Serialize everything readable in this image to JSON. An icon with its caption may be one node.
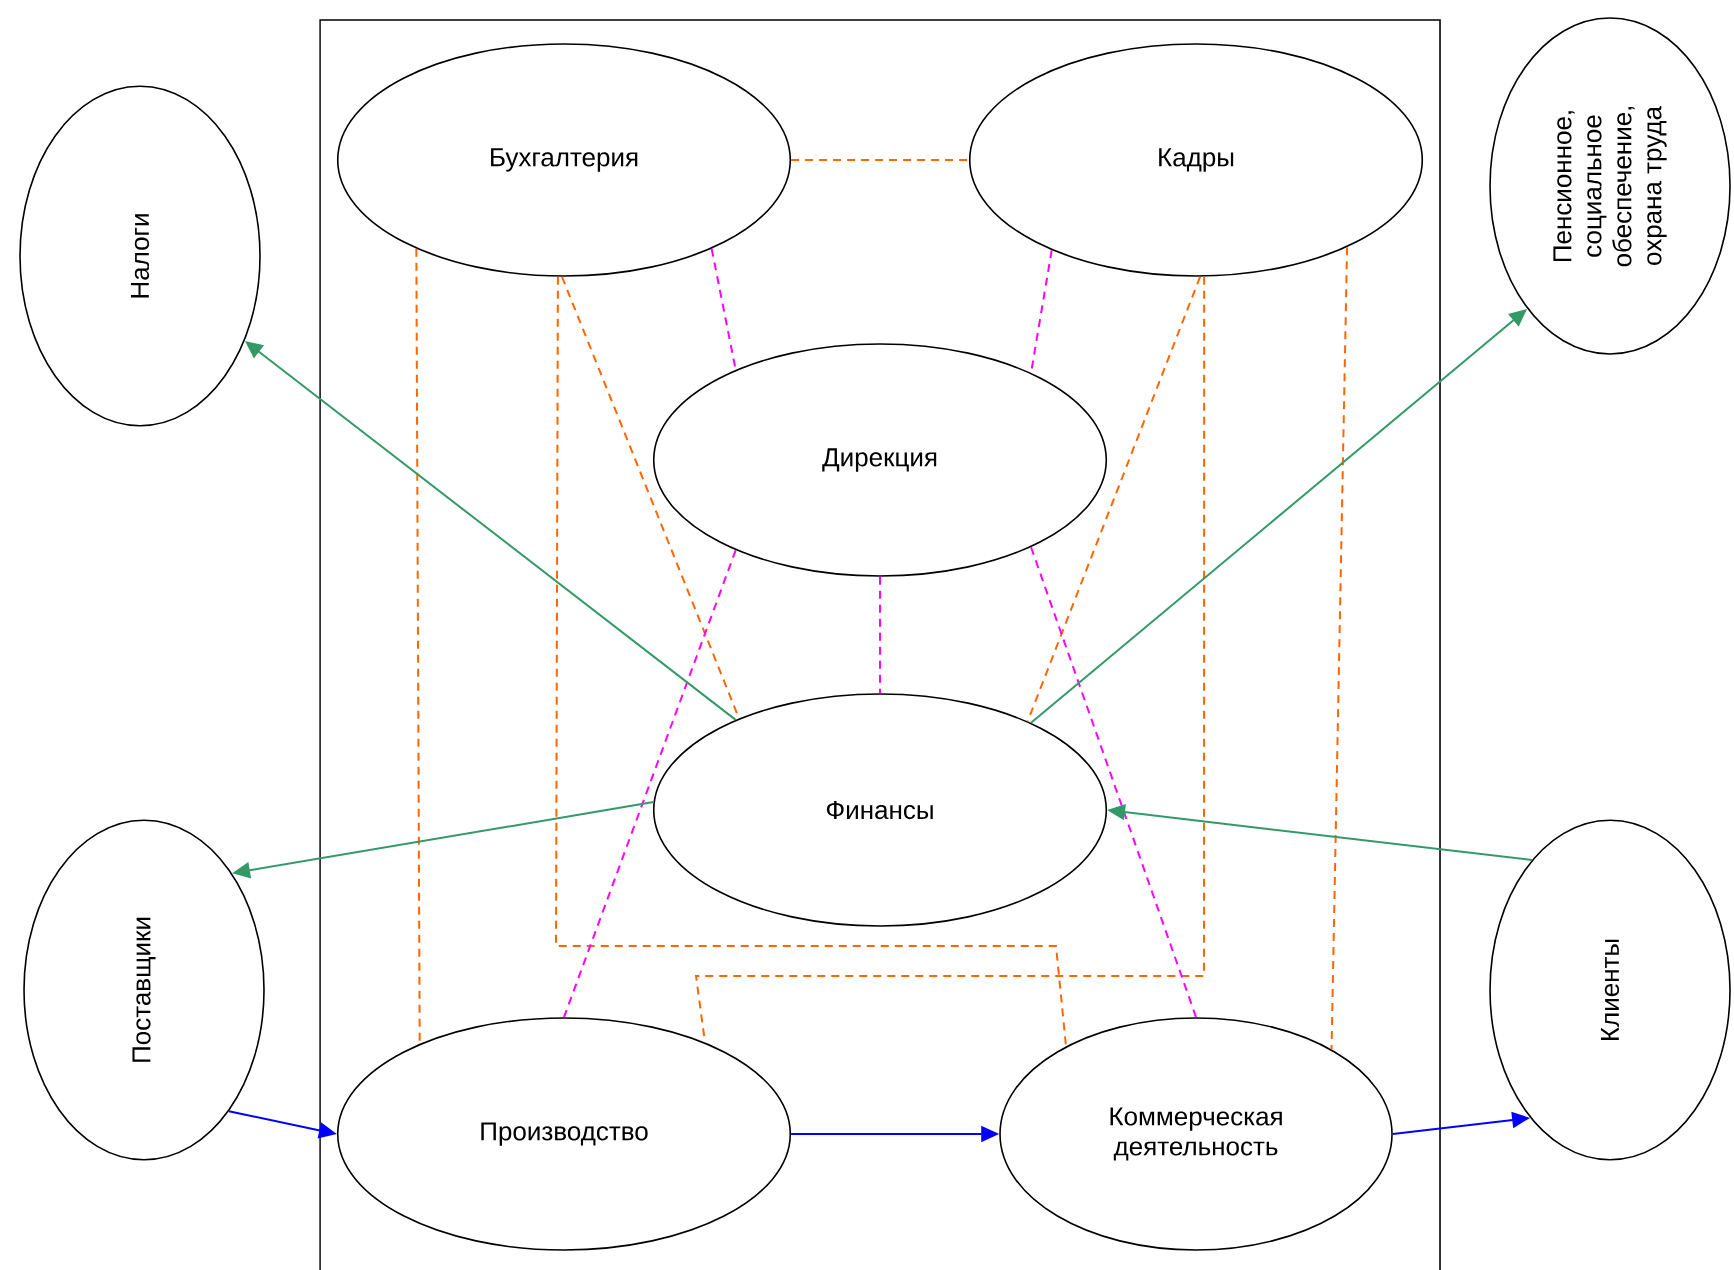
{
  "diagram": {
    "nodes": [
      {
        "text": [
          "Налоги"
        ]
      },
      {
        "text": [
          "Бухгалтерия"
        ]
      },
      {
        "text": [
          "Кадры"
        ]
      },
      {
        "text": [
          "Пенсионное, социальное обеспечение, охрана труда"
        ]
      },
      {
        "text": [
          "Дирекция"
        ]
      },
      {
        "text": [
          "Финансы"
        ]
      },
      {
        "text": [
          "Поставщики"
        ]
      },
      {
        "text": [
          "Клиенты"
        ]
      },
      {
        "text": [
          "Производство"
        ]
      },
      {
        "text": [
          "Коммерческая деятельность"
        ]
      }
    ],
    "edges": [
      {
        "from": 1,
        "to": 2,
        "arrow": "none",
        "style": "dashed",
        "color": "#ff6600"
      },
      {
        "from": 1,
        "to": 8,
        "arrow": "none",
        "style": "dashed",
        "color": "#ff6600"
      },
      {
        "from": 1,
        "to": 9,
        "arrow": "none",
        "style": "dashed",
        "color": "#ff6600"
      },
      {
        "from": 1,
        "to": 5,
        "arrow": "none",
        "style": "dashed",
        "color": "#ff6600"
      },
      {
        "from": 2,
        "to": 5,
        "arrow": "none",
        "style": "dashed",
        "color": "#ff6600"
      },
      {
        "from": 2,
        "to": 8,
        "arrow": "none",
        "style": "dashed",
        "color": "#ff6600"
      },
      {
        "from": 2,
        "to": 9,
        "arrow": "none",
        "style": "dashed",
        "color": "#ff6600"
      },
      {
        "from": 1,
        "to": 4,
        "arrow": "none",
        "style": "dashed",
        "color": "#ff00ff"
      },
      {
        "from": 2,
        "to": 4,
        "arrow": "none",
        "style": "dashed",
        "color": "#ff00ff"
      },
      {
        "from": 4,
        "to": 5,
        "arrow": "none",
        "style": "dashed",
        "color": "#ff00ff"
      },
      {
        "from": 4,
        "to": 8,
        "arrow": "none",
        "style": "dashed",
        "color": "#ff00ff"
      },
      {
        "from": 4,
        "to": 9,
        "arrow": "none",
        "style": "dashed",
        "color": "#ff00ff"
      },
      {
        "from": 5,
        "to": 0,
        "arrow": "to",
        "color": "#339966"
      },
      {
        "from": 5,
        "to": 3,
        "arrow": "to",
        "color": "#339966"
      },
      {
        "from": 5,
        "to": 6,
        "arrow": "to",
        "color": "#339966"
      },
      {
        "from": 7,
        "to": 5,
        "arrow": "to",
        "color": "#339966"
      },
      {
        "from": 6,
        "to": 8,
        "arrow": "to",
        "color": "#0000ff"
      },
      {
        "from": 8,
        "to": 9,
        "arrow": "to",
        "color": "#0000ff"
      },
      {
        "from": 9,
        "to": 7,
        "arrow": "to",
        "color": "#0000ff"
      }
    ]
  }
}
